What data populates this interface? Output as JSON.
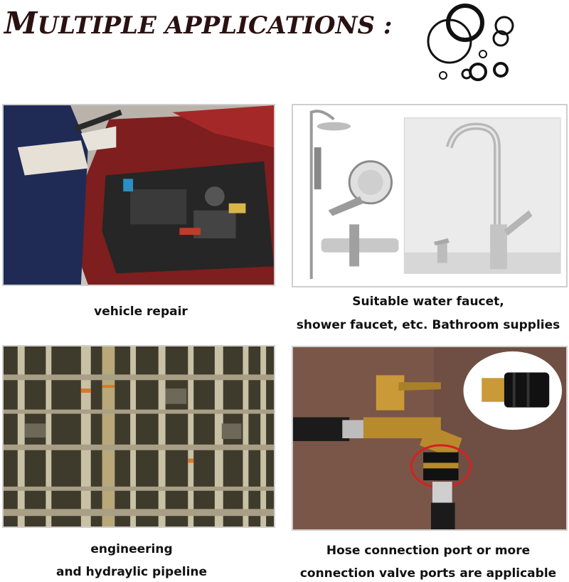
{
  "header": {
    "title_first_letter": "M",
    "title_rest": "ULTIPLE APPLICATIONS :"
  },
  "icons": [
    "o-ring-set-icon"
  ],
  "panels": [
    {
      "id": "vehicle",
      "image": "vehicle-engine-repair-photo",
      "caption_lines": [
        "vehicle repair"
      ]
    },
    {
      "id": "faucet",
      "image": "shower-and-faucet-photo",
      "caption_lines": [
        "Suitable water faucet,",
        "shower faucet, etc. Bathroom supplies"
      ]
    },
    {
      "id": "pipeline",
      "image": "industrial-pipeline-photo",
      "caption_lines": [
        "engineering",
        "and hydraylic pipeline"
      ]
    },
    {
      "id": "hose",
      "image": "hose-tap-connection-photo",
      "caption_lines": [
        "Hose connection port or more",
        "connection valve ports are applicable"
      ]
    }
  ],
  "colors": {
    "title": "#2a1212",
    "caption": "#111111",
    "ring": "#111111",
    "highlight_circle": "#d62020"
  }
}
